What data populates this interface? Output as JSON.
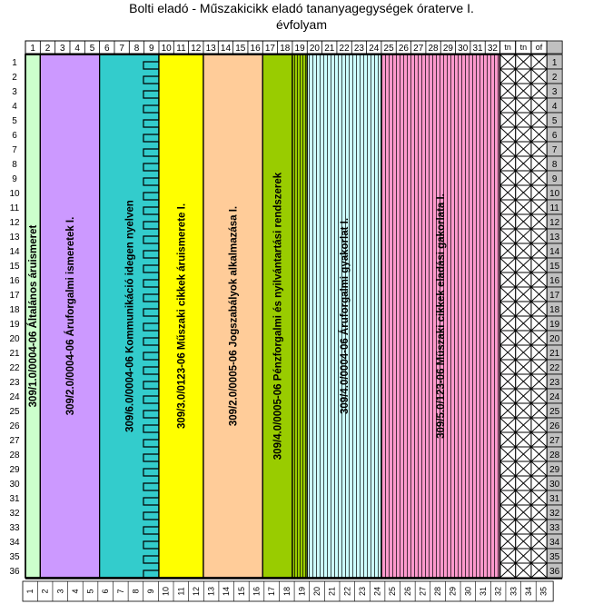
{
  "title": {
    "line1": "Bolti eladó - Műszakicikk eladó tananyagegységek óraterve I.",
    "line2": "évfolyam"
  },
  "extra_headers": [
    "tn",
    "tn",
    "of"
  ],
  "bottom_labels": [
    "1",
    "2",
    "3",
    "4",
    "5",
    "6",
    "7",
    "8",
    "9",
    "10",
    "11",
    "12",
    "13",
    "14",
    "15",
    "16",
    "17",
    "18",
    "19",
    "20",
    "21",
    "22",
    "23",
    "24",
    "25",
    "26",
    "27",
    "28",
    "29",
    "30",
    "31",
    "32",
    "33",
    "34",
    "35"
  ],
  "blocks": [
    {
      "label": "309/1.0/0004-06 Általános áruismeret",
      "color": "#ccffcc",
      "from": 1,
      "to": 1,
      "pattern": "solid"
    },
    {
      "label": "309/2.0/0004-06 Áruforgalmi ismeretek I.",
      "color": "#cc99ff",
      "from": 2,
      "to": 5,
      "pattern": "solid"
    },
    {
      "label": "309/6.0/0004-06  Kommunikáció idegen nyelven",
      "color": "#33cccc",
      "from": 6,
      "to": 9,
      "pattern": "solid"
    },
    {
      "label": "309/3.0/0123-06  Műszaki cikkek áruismerete I.",
      "color": "#ffff00",
      "from": 10,
      "to": 12,
      "pattern": "solid"
    },
    {
      "label": "309/2.0/0005-06  Jogszabályok alkalmazása I.",
      "color": "#ffcc99",
      "from": 13,
      "to": 16,
      "pattern": "solid"
    },
    {
      "label": "309/4.0/0005-06 Pénzforgalmi és nyilvántartási rendszerek",
      "color": "#99cc00",
      "from": 17,
      "to": 18,
      "pattern": "solid"
    },
    {
      "label": "",
      "color": "#99cc00",
      "from": 19,
      "to": 19,
      "pattern": "stripes"
    },
    {
      "label": "309/4.0/0004-06  Áruforgalmi gyakorlat I.",
      "color": "#ccffff",
      "from": 20,
      "to": 24,
      "pattern": "stripes"
    },
    {
      "label": "309/5.0/123-06        Műszaki cikkek eladási gakorlata I.",
      "color": "#ff99cc",
      "from": 25,
      "to": 32,
      "pattern": "stripes"
    }
  ],
  "colors": {
    "index_grey": "#c0c0c0",
    "line": "#000000"
  }
}
